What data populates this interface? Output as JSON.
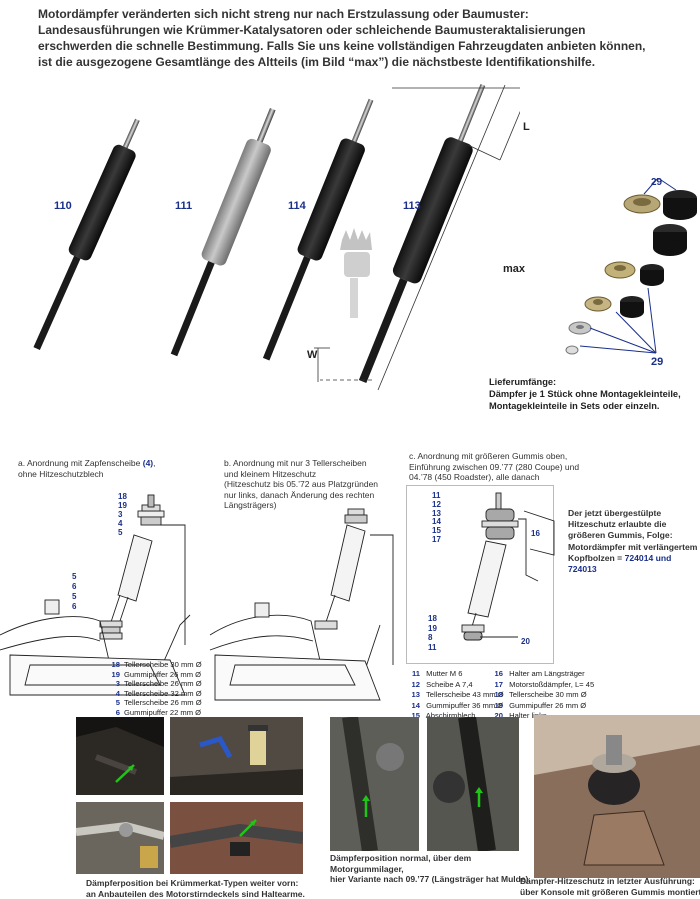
{
  "intro": {
    "line1": "Motordämpfer veränderten sich nicht streng nur nach Erstzulassung oder Baumuster:",
    "line2": "Landesausführungen wie Krümmer-Katalysatoren oder schleichende Baumusteraktalisierungen",
    "line3": "erschwerden die schnelle Bestimmung. Falls Sie uns keine vollständigen Fahrzeugdaten anbieten können,",
    "line4": "ist die ausgezogene Gesamtlänge des Altteils (im Bild “max”) die nächstbeste Identifikationshilfe."
  },
  "dampers": {
    "labels": [
      "110",
      "111",
      "114",
      "113"
    ],
    "dim_L": "L",
    "dim_max": "max",
    "dim_W": "W"
  },
  "rubbers": {
    "label": "29"
  },
  "delivery": {
    "title": "Lieferumfänge:",
    "line1": "Dämpfer je 1 Stück ohne Montagekleinteile,",
    "line2": "Montagekleinteile in Sets oder einzeln."
  },
  "diagram_a": {
    "caption_pre": "a. Anordnung mit Zapfenscheibe ",
    "caption_num": "(4)",
    "caption_post": ",",
    "caption_line2": "ohne Hitzeschutzblech",
    "callouts_top": [
      "18",
      "19",
      "3",
      "4",
      "5"
    ],
    "callouts_bottom": [
      "5",
      "6",
      "5",
      "6"
    ],
    "legend": [
      {
        "num": "18",
        "text": "Tellerscheibe 30 mm Ø"
      },
      {
        "num": "19",
        "text": "Gummipuffer 26 mm Ø"
      },
      {
        "num": "3",
        "text": "Tellerscheibe 26 mm Ø"
      },
      {
        "num": "4",
        "text": "Tellerscheibe 32 mm Ø"
      },
      {
        "num": "5",
        "text": "Tellerscheibe 26 mm Ø"
      },
      {
        "num": "6",
        "text": "Gummipuffer 22 mm Ø"
      }
    ]
  },
  "diagram_b": {
    "line1": "b. Anordnung mit nur 3 Tellerscheiben",
    "line2": "und kleinem Hitzeschutz",
    "line3": "(Hitzeschutz bis 05.’72 aus Platzgründen",
    "line4": "nur links, danach Änderung des rechten",
    "line5": "Längsträgers)"
  },
  "diagram_c": {
    "line1": "c. Anordnung mit größeren Gummis oben,",
    "line2": "Einführung zwischen 09.’77 (280 Coupe) und",
    "line3": "04.’78 (450 Roadster), alle danach",
    "callouts_top": [
      "11",
      "12",
      "13",
      "14",
      "15",
      "17"
    ],
    "callout_16": "16",
    "callouts_bottom": [
      "18",
      "19",
      "8",
      "11"
    ],
    "callout_20": "20",
    "legend_left": [
      {
        "num": "11",
        "text": "Mutter M 6"
      },
      {
        "num": "12",
        "text": "Scheibe A 7,4"
      },
      {
        "num": "13",
        "text": "Tellerscheibe 43 mm Ø"
      },
      {
        "num": "14",
        "text": "Gummipuffer 36 mm Ø"
      },
      {
        "num": "15",
        "text": "Abschirmblech"
      }
    ],
    "legend_right": [
      {
        "num": "16",
        "text": "Halter am Längsträger"
      },
      {
        "num": "17",
        "text": "Motorstoßdämpfer, L= 45"
      },
      {
        "num": "18",
        "text": "Tellerscheibe 30 mm Ø"
      },
      {
        "num": "19",
        "text": "Gummipuffer 26 mm Ø"
      },
      {
        "num": "20",
        "text": "Halter links"
      }
    ]
  },
  "note": {
    "line1": "Der jetzt übergestülpte",
    "line2": "Hitzeschutz erlaubte die",
    "line3": "größeren Gummis, Folge:",
    "line4": "Motordämpfer mit verlängertem",
    "line5": "Kopfbolzen = ",
    "part1": "724014",
    "and": " und",
    "part2": "724013"
  },
  "captions": {
    "left_line1": "Dämpferposition bei Krümmerkat-Typen weiter vorn:",
    "left_line2": "an Anbauteilen des Motorstirndeckels sind Haltearme.",
    "mid_line1": "Dämpferposition normal, über dem Motorgummilager,",
    "mid_line2": "hier Variante nach 09.’77 (Längsträger hat Mulde).",
    "right_line1": "Dämpfer-Hitzeschutz in letzter Ausführung:",
    "right_line2": "über Konsole mit größeren Gummis montiert."
  },
  "colors": {
    "accent_blue": "#1a2f8a",
    "arrow_green": "#22c41a"
  }
}
